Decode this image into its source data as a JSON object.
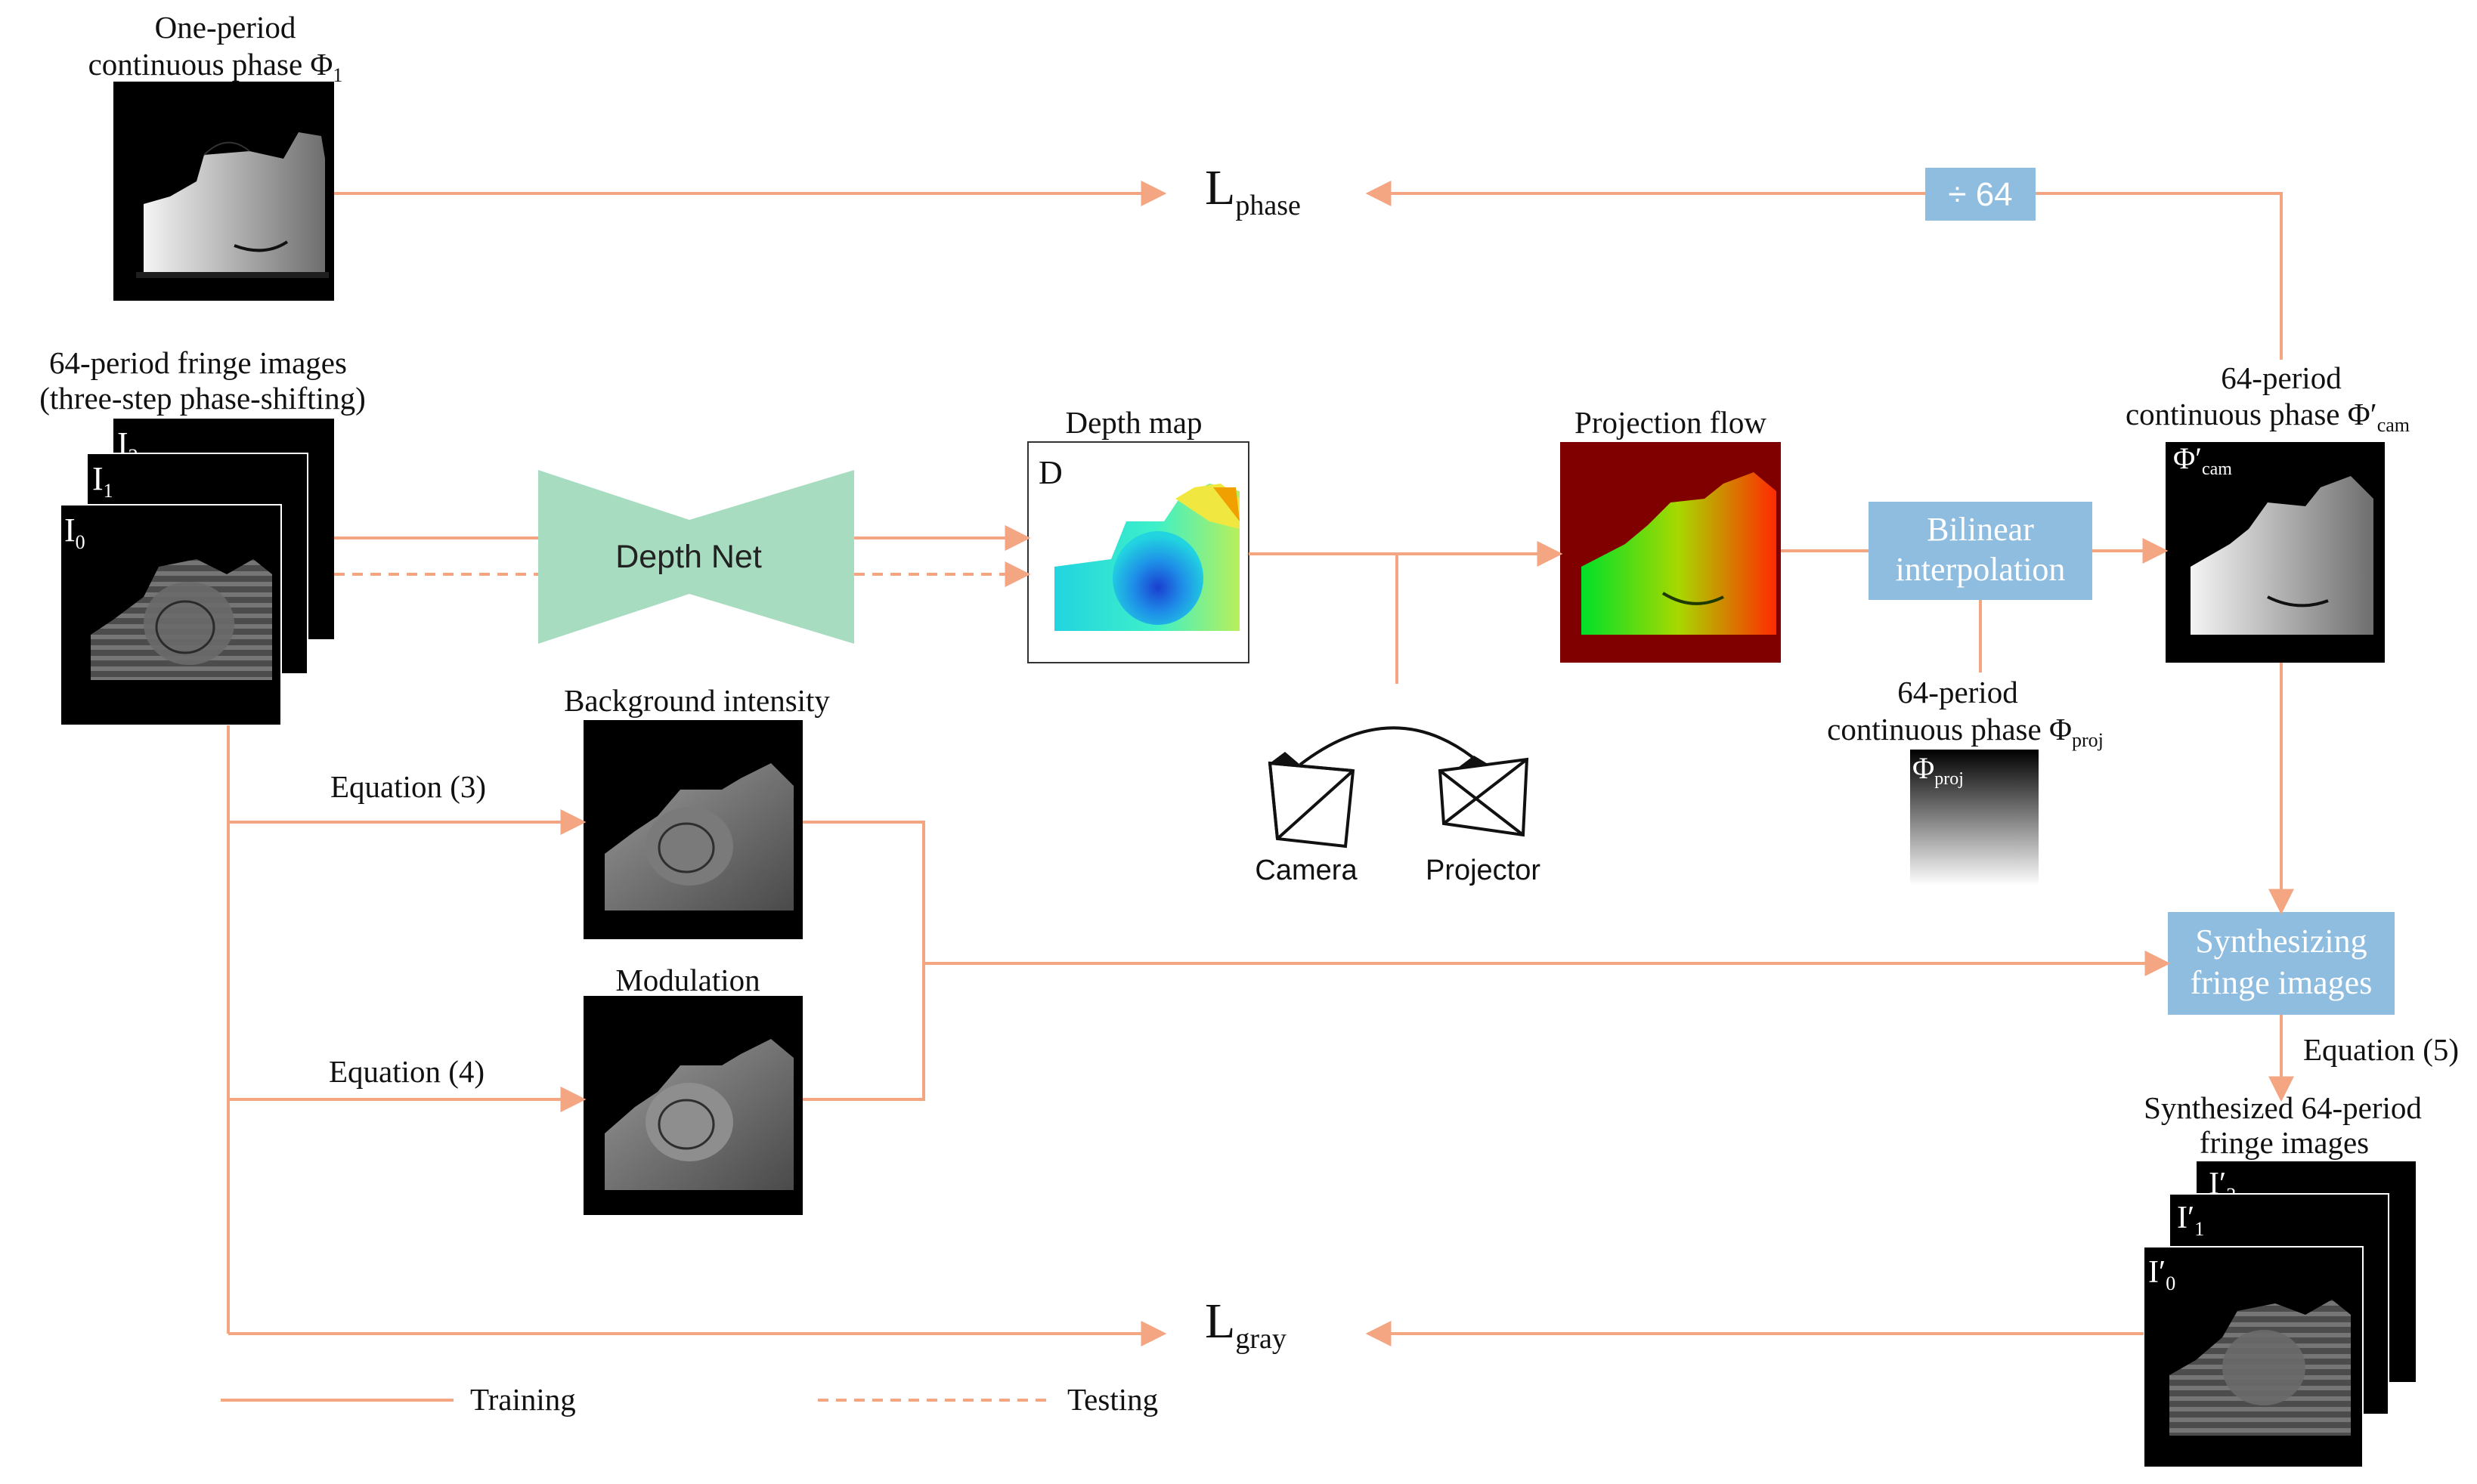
{
  "colors": {
    "arrow": "#f4a582",
    "net": "#a8dcc0",
    "op_box": "#8fbde0",
    "image_bg": "#000000"
  },
  "inputs": {
    "one_period": {
      "line1": "One-period",
      "line2": "continuous phase Φ",
      "sub": "1"
    },
    "fringe": {
      "line1": "64-period fringe images",
      "line2": "(three-step phase-shifting)"
    },
    "frames": [
      {
        "base": "I",
        "sub": "0"
      },
      {
        "base": "I",
        "sub": "1"
      },
      {
        "base": "I",
        "sub": "2"
      }
    ]
  },
  "depth_net": {
    "label": "Depth Net"
  },
  "depth_map": {
    "title": "Depth map",
    "tag": "D"
  },
  "projection_flow": {
    "title": "Projection flow"
  },
  "bilinear": {
    "line1": "Bilinear",
    "line2": "interpolation"
  },
  "divide": {
    "label": "÷ 64"
  },
  "cam_phase": {
    "line1": "64-period",
    "line2": "continuous phase Φ′",
    "sub": "cam",
    "tag": "Φ′",
    "tag_sub": "cam"
  },
  "proj_phase": {
    "line1": "64-period",
    "line2": "continuous phase Φ",
    "sub": "proj",
    "tag": "Φ",
    "tag_sub": "proj"
  },
  "camera": {
    "label": "Camera"
  },
  "projector": {
    "label": "Projector"
  },
  "background": {
    "title": "Background intensity",
    "equation": "Equation (3)"
  },
  "modulation": {
    "title": "Modulation",
    "equation": "Equation (4)"
  },
  "synth_box": {
    "line1": "Synthesizing",
    "line2": "fringe images"
  },
  "synth_equation": "Equation (5)",
  "synth_output": {
    "line1": "Synthesized 64-period",
    "line2": "fringe images",
    "frames": [
      {
        "base": "I′",
        "sub": "0"
      },
      {
        "base": "I′",
        "sub": "1"
      },
      {
        "base": "I′",
        "sub": "2"
      }
    ]
  },
  "losses": {
    "phase": {
      "base": "L",
      "sub": "phase"
    },
    "gray": {
      "base": "L",
      "sub": "gray"
    }
  },
  "legend": {
    "training": "Training",
    "testing": "Testing"
  }
}
